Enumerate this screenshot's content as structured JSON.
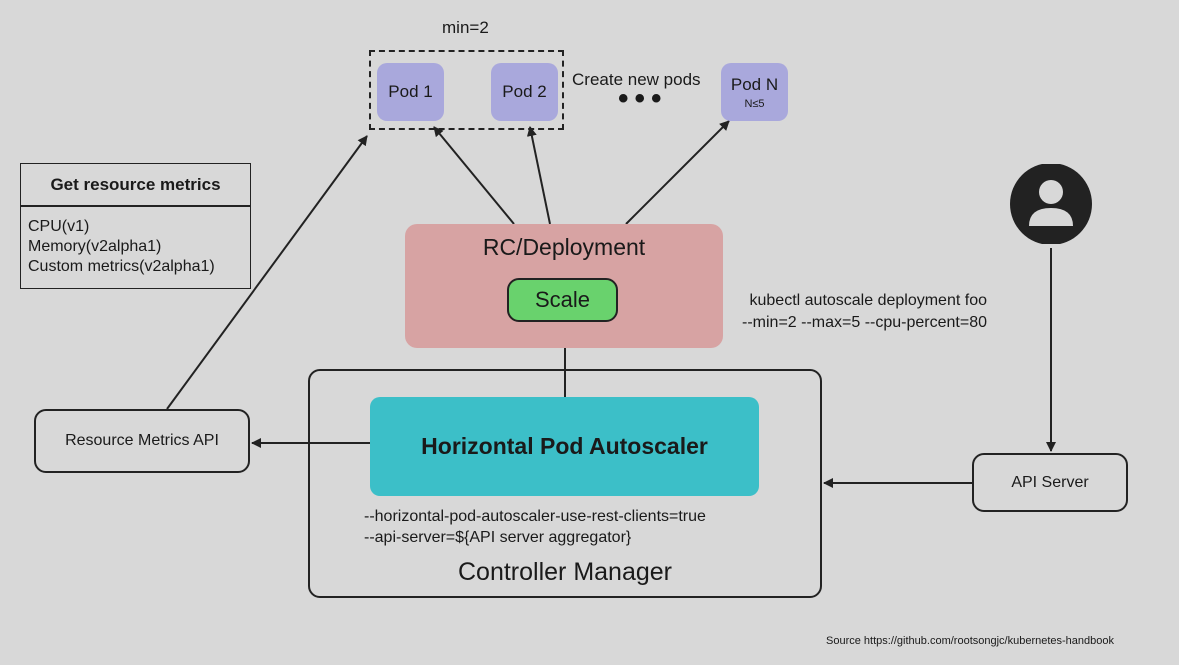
{
  "pods": {
    "min_label": "min=2",
    "pod1_label": "Pod 1",
    "pod2_label": "Pod 2",
    "create_label": "Create new pods",
    "ellipsis": "•••",
    "podn_label": "Pod N",
    "podn_sub": "N≤5"
  },
  "metrics_box": {
    "title": "Get resource metrics",
    "items": [
      "CPU(v1)",
      "Memory(v2alpha1)",
      "Custom metrics(v2alpha1)"
    ]
  },
  "resource_metrics_api": "Resource Metrics API",
  "rc": {
    "title": "RC/Deployment",
    "scale_label": "Scale"
  },
  "kubectl": {
    "line1": "kubectl autoscale deployment foo",
    "line2": "--min=2 --max=5 --cpu-percent=80"
  },
  "controller_manager": {
    "hpa_label": "Horizontal Pod Autoscaler",
    "flag1": "--horizontal-pod-autoscaler-use-rest-clients=true",
    "flag2": "--api-server=${API server aggregator}",
    "title": "Controller Manager"
  },
  "api_server": "API Server",
  "user_icon": "user-icon",
  "source": "Source https://github.com/rootsongjc/kubernetes-handbook",
  "colors": {
    "background": "#d8d8d8",
    "pod": "#a9a8dc",
    "rc": "#d7a3a3",
    "scale": "#69d26d",
    "hpa": "#3cbfc8"
  }
}
